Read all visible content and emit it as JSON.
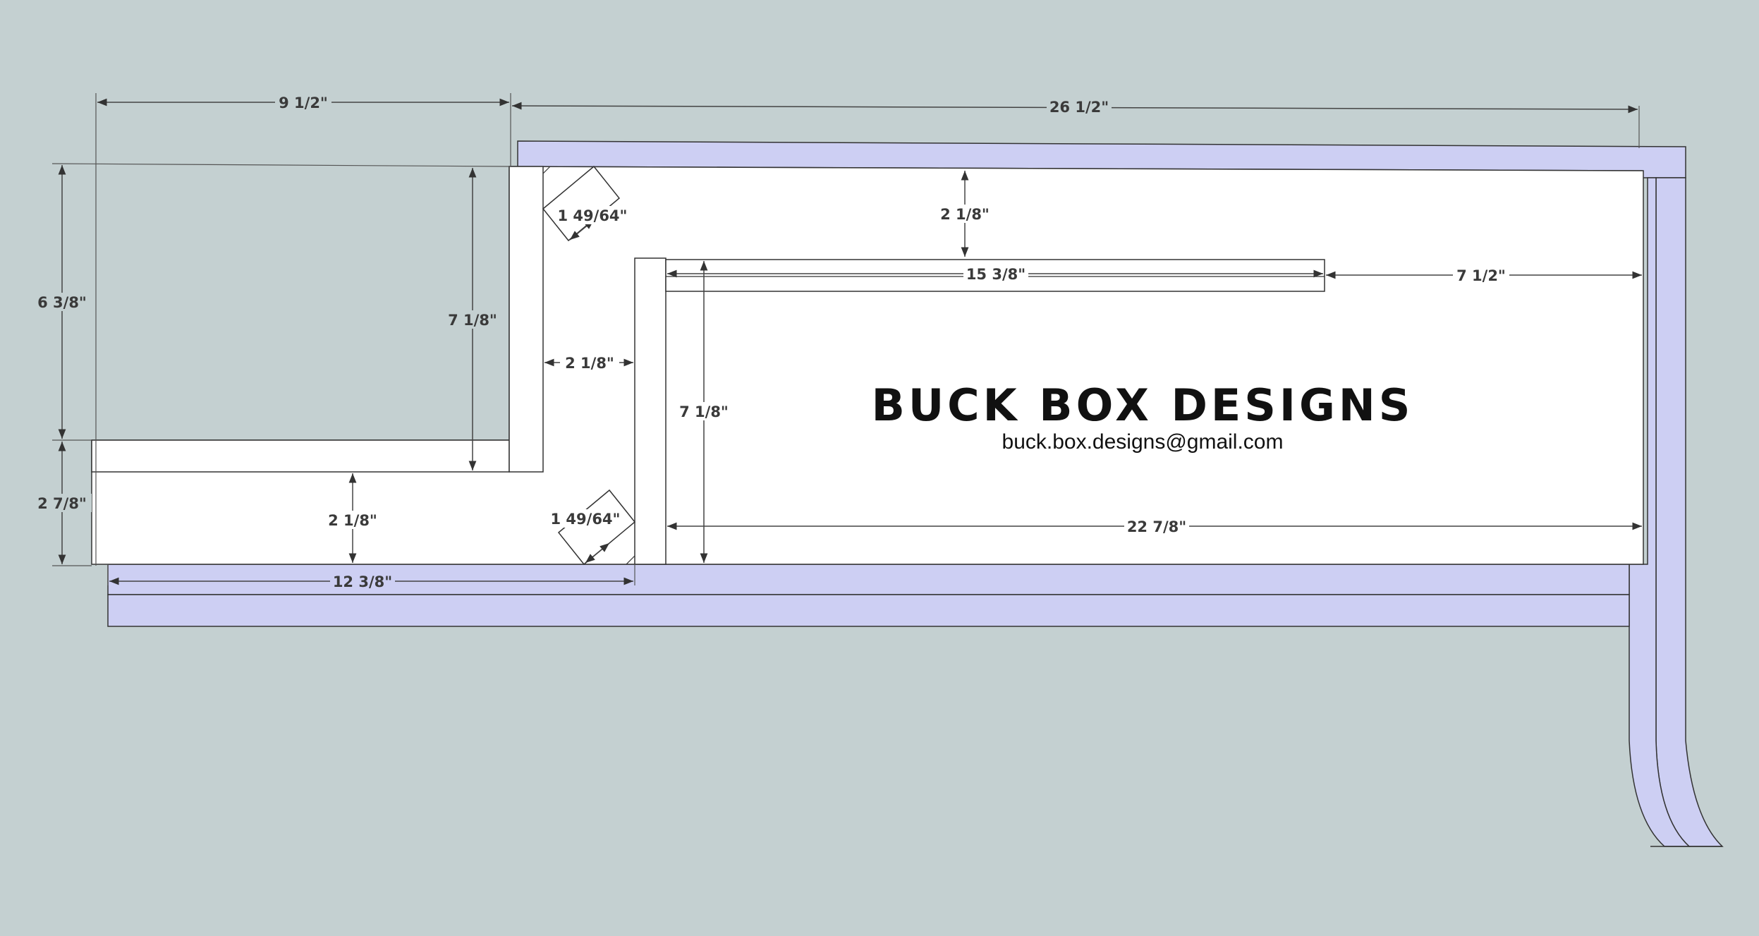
{
  "brand": {
    "name": "BUCK BOX DESIGNS",
    "email": "buck.box.designs@gmail.com"
  },
  "dimensions": {
    "top_left_width": "9 1/2\"",
    "top_overall_width": "26 1/2\"",
    "left_upper_height": "6 3/8\"",
    "left_lower_height": "2 7/8\"",
    "inner_left_height": "7 1/8\"",
    "upper_gusset": "1 49/64\"",
    "top_gap": "2 1/8\"",
    "shelf_length": "15 3/8\"",
    "shelf_right_gap": "7 1/2\"",
    "middle_gap": "2 1/8\"",
    "inner_right_height": "7 1/8\"",
    "bottom_left_gap": "2 1/8\"",
    "lower_gusset": "1 49/64\"",
    "bottom_inner_width": "22 7/8\"",
    "bottom_left_width": "12 3/8\""
  },
  "colors": {
    "background": "#c4d0d1",
    "panel": "#ffffff",
    "trim": "#cdcff3"
  }
}
